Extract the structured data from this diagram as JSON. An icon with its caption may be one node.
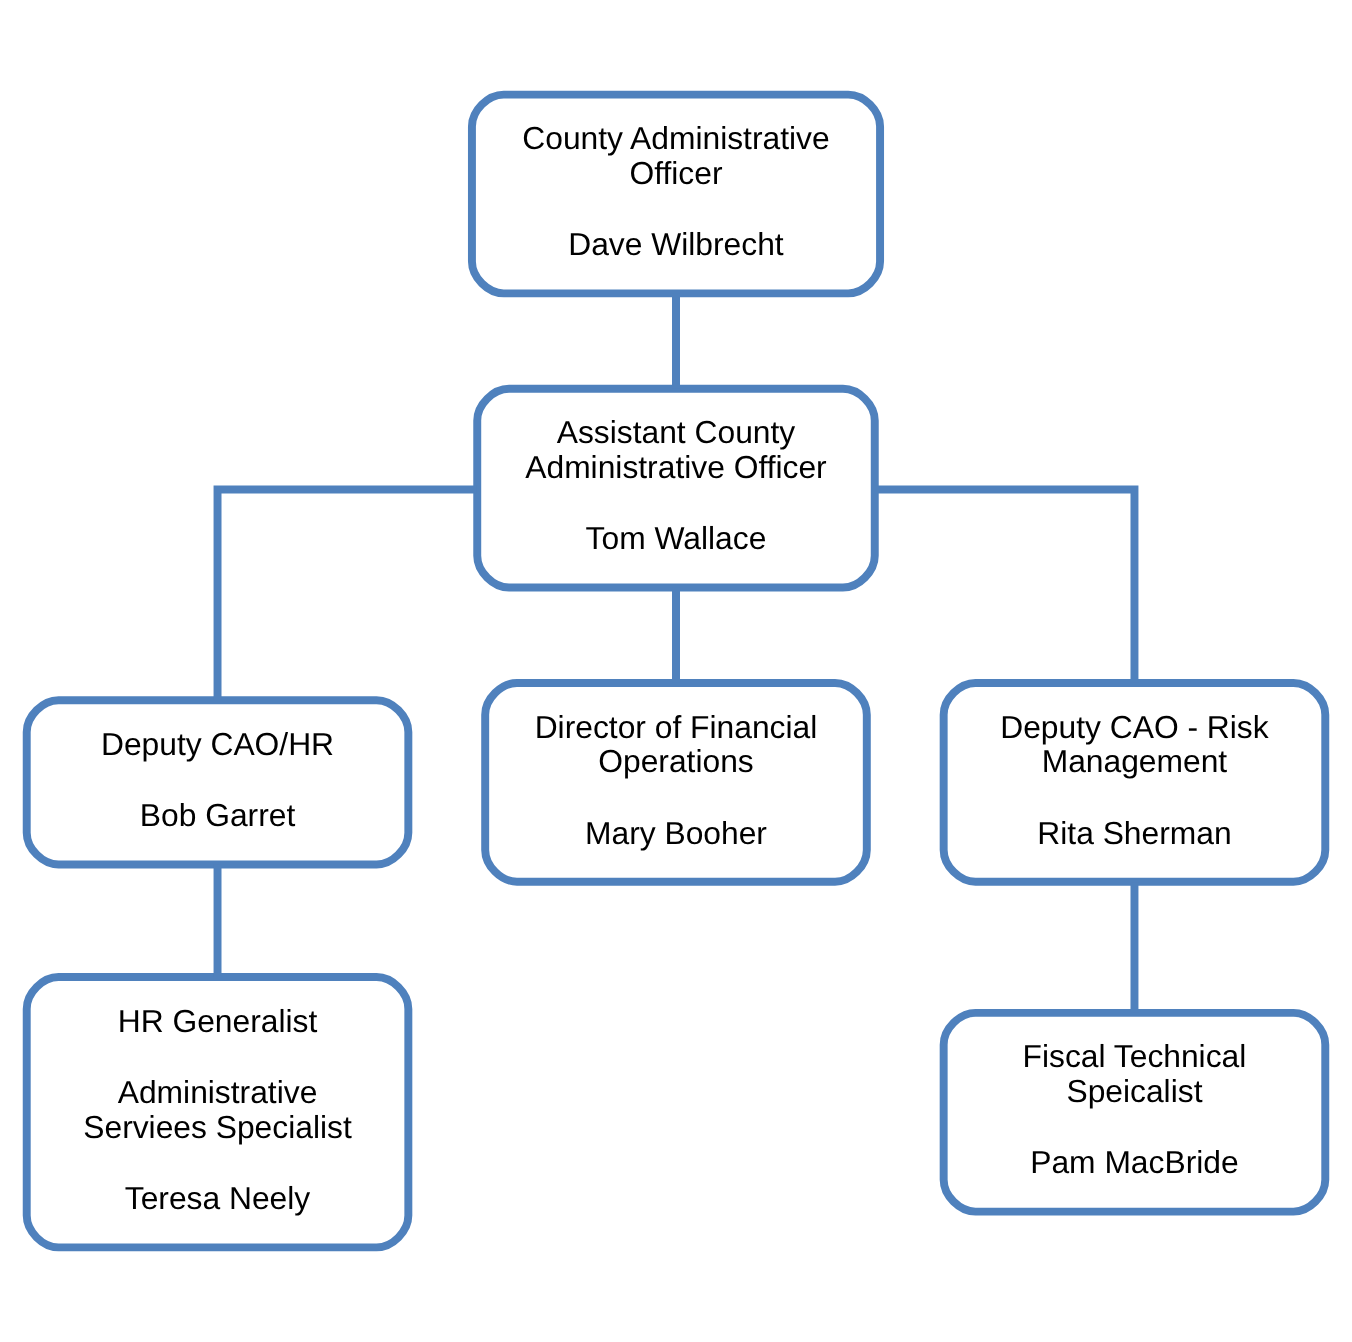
{
  "diagram": {
    "nodes": [
      {
        "text": [
          "County Administrative Officer",
          "Dave Wilbrecht"
        ]
      },
      {
        "text": [
          "Assistant County Administrative Officer",
          "Tom Wallace"
        ]
      },
      {
        "text": [
          "Deputy CAO/HR",
          "Bob Garret"
        ]
      },
      {
        "text": [
          "Director of Financial Operations",
          "Mary Booher"
        ]
      },
      {
        "text": [
          "Deputy CAO - Risk Management",
          "Rita Sherman"
        ]
      },
      {
        "text": [
          "HR Generalist",
          "Administrative Serviees Specialist",
          "Teresa Neely"
        ]
      },
      {
        "text": [
          "Fiscal Technical Speicalist",
          "Pam MacBride"
        ]
      }
    ],
    "edges": [
      {
        "from": 0,
        "to": 1,
        "arrow": "none"
      },
      {
        "from": 1,
        "to": 2,
        "arrow": "none"
      },
      {
        "from": 1,
        "to": 3,
        "arrow": "none"
      },
      {
        "from": 1,
        "to": 4,
        "arrow": "none"
      },
      {
        "from": 2,
        "to": 5,
        "arrow": "none"
      },
      {
        "from": 4,
        "to": 6,
        "arrow": "none"
      }
    ]
  }
}
